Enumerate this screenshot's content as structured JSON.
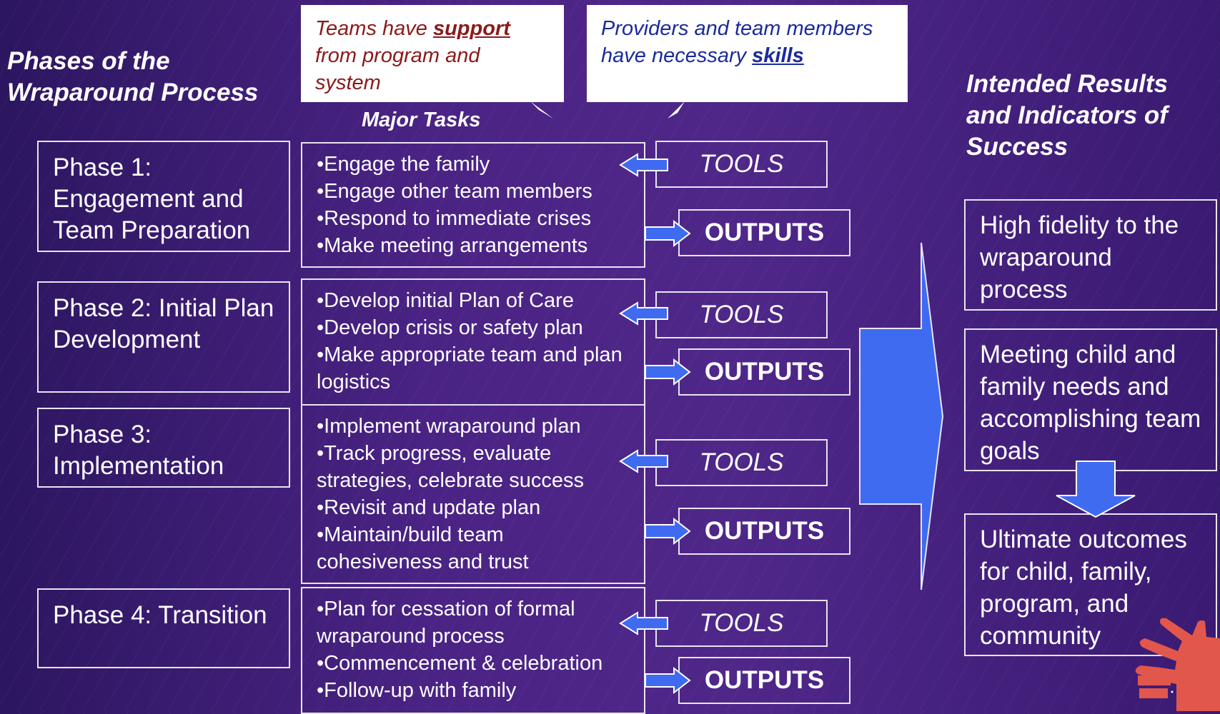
{
  "headings": {
    "phases": "Phases of the Wraparound Process",
    "major_tasks": "Major Tasks",
    "results": "Intended Results and Indicators of Success"
  },
  "callouts": {
    "support": {
      "before": "Teams have ",
      "emphasis": "support",
      "after": " from program and system"
    },
    "skills": {
      "before": "Providers and team members have necessary ",
      "emphasis": "skills"
    }
  },
  "phases": [
    {
      "label": "Phase 1: Engagement and Team Preparation"
    },
    {
      "label": "Phase 2: Initial Plan Development"
    },
    {
      "label": "Phase 3: Implementation"
    },
    {
      "label": "Phase 4: Transition"
    }
  ],
  "tasks": [
    "•Engage the family\n•Engage other team members\n•Respond to immediate crises\n•Make meeting arrangements",
    "•Develop initial Plan of Care\n•Develop crisis or safety plan\n•Make appropriate team and plan logistics",
    "•Implement wraparound plan\n•Track progress, evaluate strategies, celebrate success\n•Revisit and update plan\n•Maintain/build team cohesiveness and trust",
    "•Plan for cessation of formal wraparound process\n•Commencement & celebration\n•Follow-up with family"
  ],
  "tools_label": "TOOLS",
  "outputs_label": "OUTPUTS",
  "results": [
    "High fidelity to the wraparound process",
    "Meeting child and family needs and accomplishing team goals",
    "Ultimate outcomes for child, family, program, and community"
  ],
  "colors": {
    "arrow_blue": "#3f6bf0",
    "callout_support_text": "#8b1a1a",
    "callout_skills_text": "#1a2a9c",
    "hand_logo": "#e2574c"
  }
}
